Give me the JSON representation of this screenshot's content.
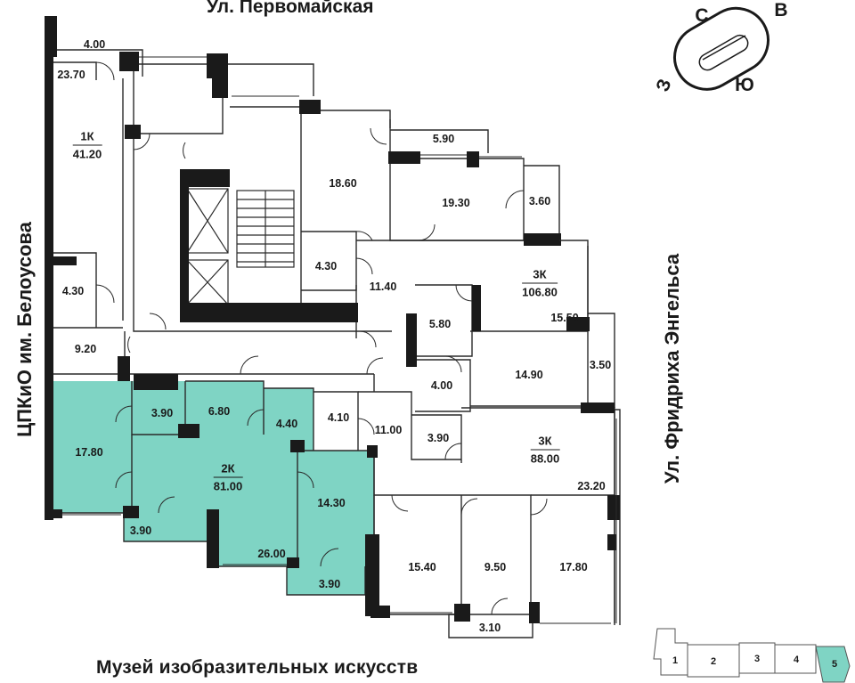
{
  "streets": {
    "top": "Ул. Первомайская",
    "bottom": "Музей изобразительных искусств",
    "left": "ЦПКиО им. Белоусова",
    "right": "Ул. Фридриха Энгельса"
  },
  "compass": {
    "north": "С",
    "east": "В",
    "south": "Ю",
    "west": "З"
  },
  "colors": {
    "highlight": "#7fd4c4",
    "wall": "#1a1a1a",
    "line": "#2a2a2a"
  },
  "apartments": [
    {
      "type": "1К",
      "area": "41.20"
    },
    {
      "type": "3К",
      "area": "106.80"
    },
    {
      "type": "2К",
      "area": "81.00"
    },
    {
      "type": "3К",
      "area": "88.00"
    }
  ],
  "rooms": [
    "4.00",
    "23.70",
    "4.30",
    "9.20",
    "18.60",
    "5.90",
    "19.30",
    "3.60",
    "4.30",
    "11.40",
    "5.80",
    "15.50",
    "4.00",
    "14.90",
    "3.50",
    "3.90",
    "6.80",
    "4.40",
    "4.10",
    "11.00",
    "3.90",
    "17.80",
    "23.20",
    "14.30",
    "3.90",
    "26.00",
    "3.90",
    "15.40",
    "9.50",
    "17.80",
    "3.10"
  ],
  "sections": [
    "1",
    "2",
    "3",
    "4",
    "5"
  ],
  "selected_section": "5"
}
